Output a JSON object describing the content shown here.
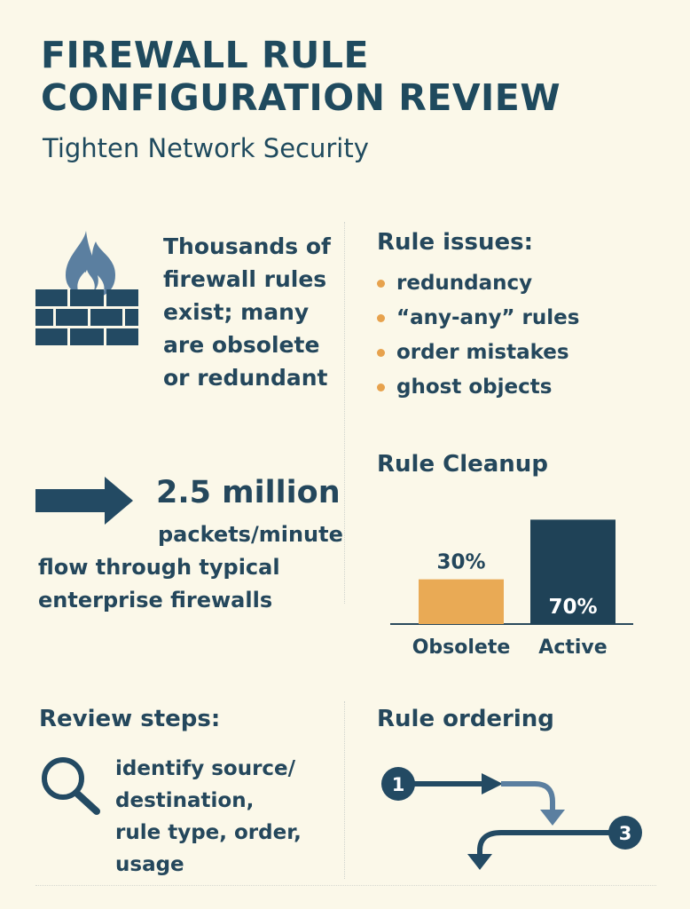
{
  "header": {
    "title_line1": "FIREWALL RULE",
    "title_line2": "CONFIGURATION REVIEW",
    "subtitle": "Tighten Network Security"
  },
  "rules_stat": {
    "icon": "firewall-icon",
    "lines": [
      "Thousands of",
      "firewall rules",
      "exist; many",
      "are obsolete",
      "or redundant"
    ]
  },
  "rule_issues": {
    "heading": "Rule issues:",
    "items": [
      "redundancy",
      "“any-any” rules",
      "order mistakes",
      "ghost objects"
    ]
  },
  "traffic_stat": {
    "icon": "arrow-right-icon",
    "value": "2.5 million",
    "unit": "packets/minute",
    "line1": "flow through typical",
    "line2": "enterprise firewalls"
  },
  "rule_cleanup": {
    "heading": "Rule Cleanup",
    "colors": {
      "obsolete": "#e9aa55",
      "active": "#1f4257"
    }
  },
  "chart_data": {
    "type": "bar",
    "title": "Rule Cleanup",
    "categories": [
      "Obsolete",
      "Active"
    ],
    "values": [
      30,
      70
    ],
    "data_labels": [
      "30%",
      "70%"
    ],
    "ylim": [
      0,
      100
    ],
    "grid": false,
    "legend": "none"
  },
  "review_steps": {
    "heading": "Review steps:",
    "icon": "magnifier-icon",
    "lines": [
      "identify source/",
      "destination,",
      "rule type, order,",
      "usage"
    ]
  },
  "rule_ordering": {
    "heading": "Rule ordering",
    "icon": "flow-arrows-icon",
    "step_labels": [
      "1",
      "3"
    ]
  }
}
